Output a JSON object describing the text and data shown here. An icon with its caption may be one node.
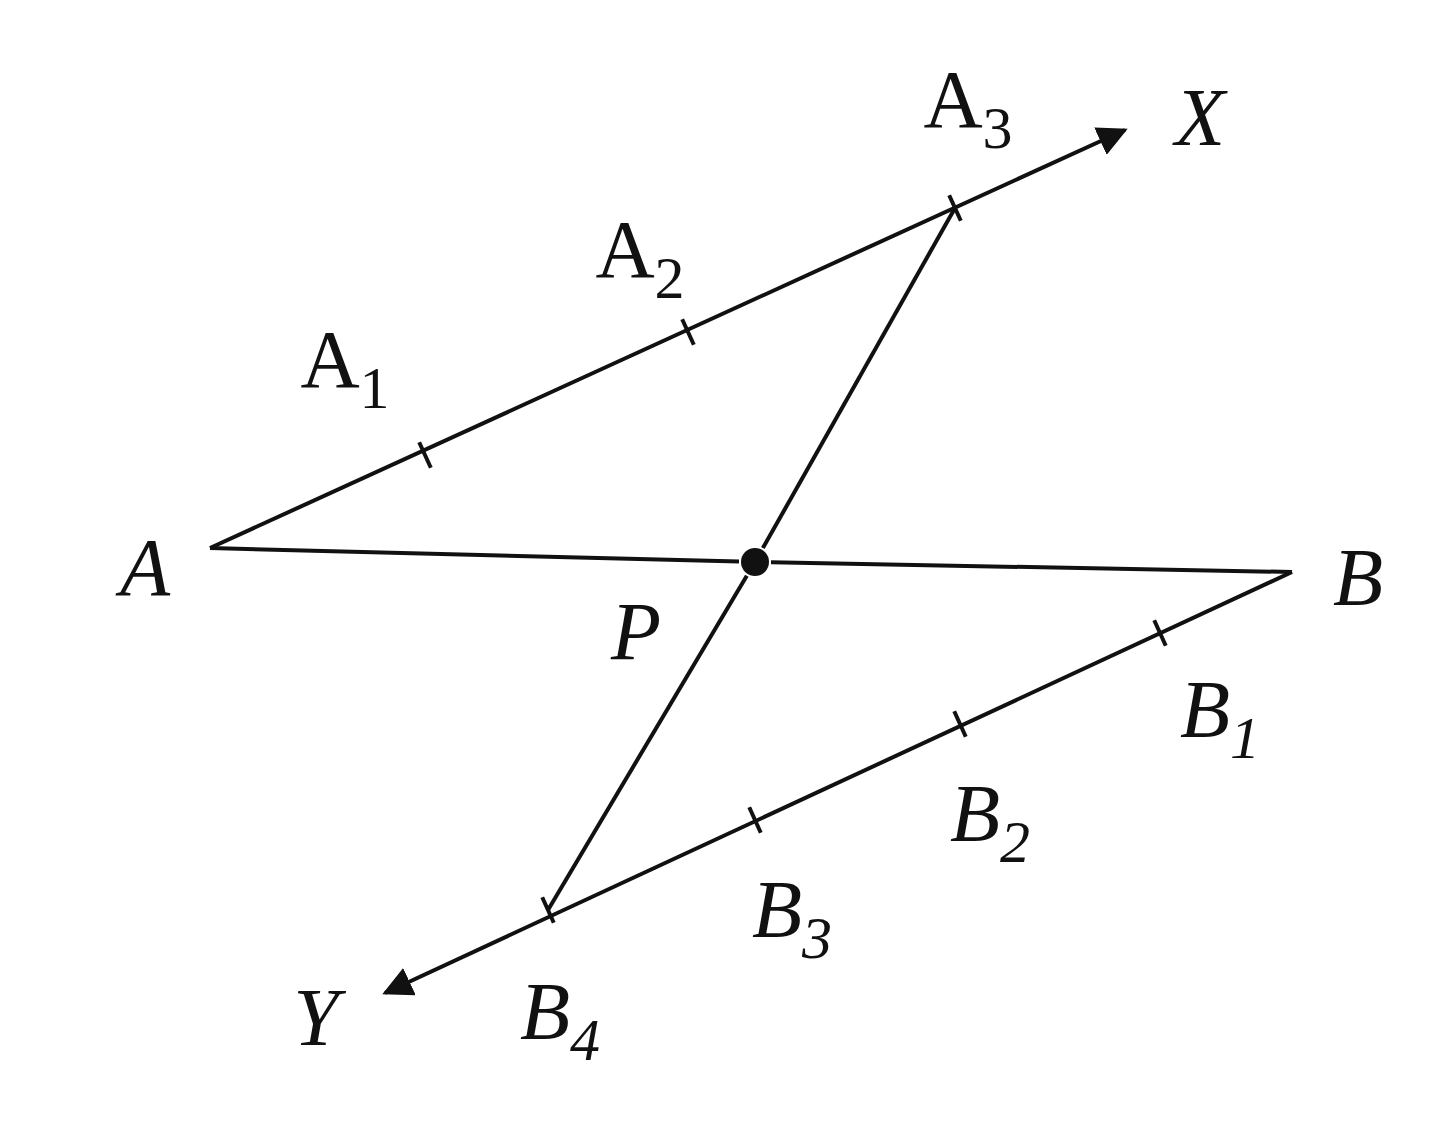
{
  "diagram": {
    "nodes": [
      {
        "text": [
          "A$_{3}$"
        ]
      },
      {
        "text": [
          "X"
        ]
      },
      {
        "text": [
          "A"
        ]
      },
      {
        "text": [
          "B"
        ]
      },
      {
        "text": [],
        "shape": "circle",
        "beside": [
          "P"
        ]
      },
      {
        "text": [
          "Y"
        ]
      },
      {
        "text": [
          "B$_{4}$"
        ]
      }
    ],
    "edges": [
      {
        "from": 2,
        "to": 1,
        "arrow": "to"
      },
      {
        "from": 3,
        "to": 5,
        "arrow": "to"
      },
      {
        "from": 0,
        "to": 4,
        "arrow": "none"
      },
      {
        "from": 4,
        "to": 6,
        "arrow": "none"
      },
      {
        "from": 2,
        "to": 4,
        "arrow": "none"
      },
      {
        "from": 4,
        "to": 3,
        "arrow": "none"
      }
    ],
    "labels": [
      "A$_{2}$",
      "A$_{1}$",
      "B$_{1}$",
      "B$_{2}$",
      "B$_{3}$"
    ]
  }
}
